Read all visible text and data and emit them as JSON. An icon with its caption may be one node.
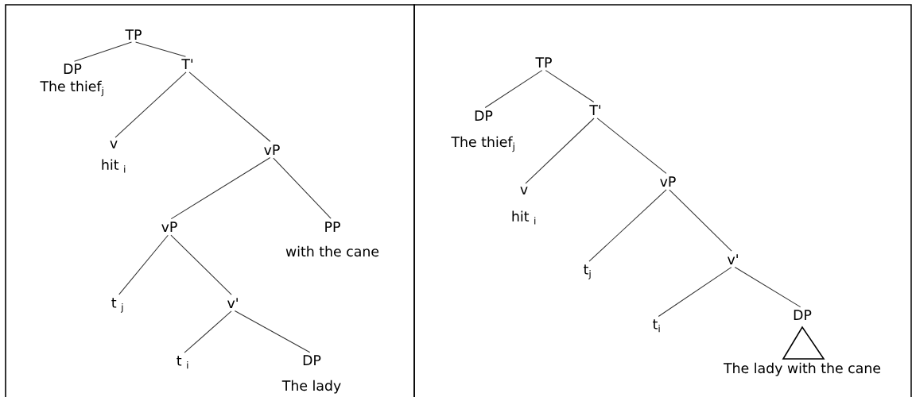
{
  "diagram": {
    "nodes": [
      {
        "text": [],
        "shape": "box"
      },
      {
        "text": [],
        "shape": "box"
      },
      {
        "text": [
          "TP"
        ],
        "in": 0
      },
      {
        "text": [
          "DP",
          "The thief$_{j}$"
        ],
        "in": 0
      },
      {
        "text": [
          "T'"
        ],
        "in": 0
      },
      {
        "text": [
          "v",
          "hit $_{i}$"
        ],
        "in": 0
      },
      {
        "text": [
          "vP"
        ],
        "in": 0
      },
      {
        "text": [
          "vP"
        ],
        "in": 0
      },
      {
        "text": [
          "PP",
          "with the cane"
        ],
        "in": 0
      },
      {
        "text": [
          "t $_{j}$"
        ],
        "in": 0
      },
      {
        "text": [
          "v'"
        ],
        "in": 0
      },
      {
        "text": [
          "t $_{i}$"
        ],
        "in": 0
      },
      {
        "text": [
          "DP",
          "The lady"
        ],
        "in": 0
      },
      {
        "text": [
          "TP"
        ],
        "in": 1
      },
      {
        "text": [
          "DP",
          "The thief$_{j}$"
        ],
        "in": 1
      },
      {
        "text": [
          "T'"
        ],
        "in": 1
      },
      {
        "text": [
          "v",
          "hit $_{i}$"
        ],
        "in": 1
      },
      {
        "text": [
          "vP"
        ],
        "in": 1
      },
      {
        "text": [
          "t$_{j}$"
        ],
        "in": 1
      },
      {
        "text": [
          "v'"
        ],
        "in": 1
      },
      {
        "text": [
          "t$_{i}$"
        ],
        "in": 1
      },
      {
        "text": [
          "DP",
          "The lady with the cane"
        ],
        "in": 1
      }
    ],
    "edges": [
      {
        "from": 2,
        "to": 3,
        "arrow": "none"
      },
      {
        "from": 2,
        "to": 4,
        "arrow": "none"
      },
      {
        "from": 4,
        "to": 5,
        "arrow": "none"
      },
      {
        "from": 4,
        "to": 6,
        "arrow": "none"
      },
      {
        "from": 6,
        "to": 7,
        "arrow": "none"
      },
      {
        "from": 6,
        "to": 8,
        "arrow": "none"
      },
      {
        "from": 7,
        "to": 9,
        "arrow": "none"
      },
      {
        "from": 7,
        "to": 10,
        "arrow": "none"
      },
      {
        "from": 10,
        "to": 11,
        "arrow": "none"
      },
      {
        "from": 10,
        "to": 12,
        "arrow": "none"
      },
      {
        "from": 13,
        "to": 14,
        "arrow": "none"
      },
      {
        "from": 13,
        "to": 15,
        "arrow": "none"
      },
      {
        "from": 15,
        "to": 16,
        "arrow": "none"
      },
      {
        "from": 15,
        "to": 17,
        "arrow": "none"
      },
      {
        "from": 17,
        "to": 18,
        "arrow": "none"
      },
      {
        "from": 17,
        "to": 19,
        "arrow": "none"
      },
      {
        "from": 19,
        "to": 20,
        "arrow": "none"
      },
      {
        "from": 19,
        "to": 21,
        "arrow": "none"
      }
    ]
  }
}
